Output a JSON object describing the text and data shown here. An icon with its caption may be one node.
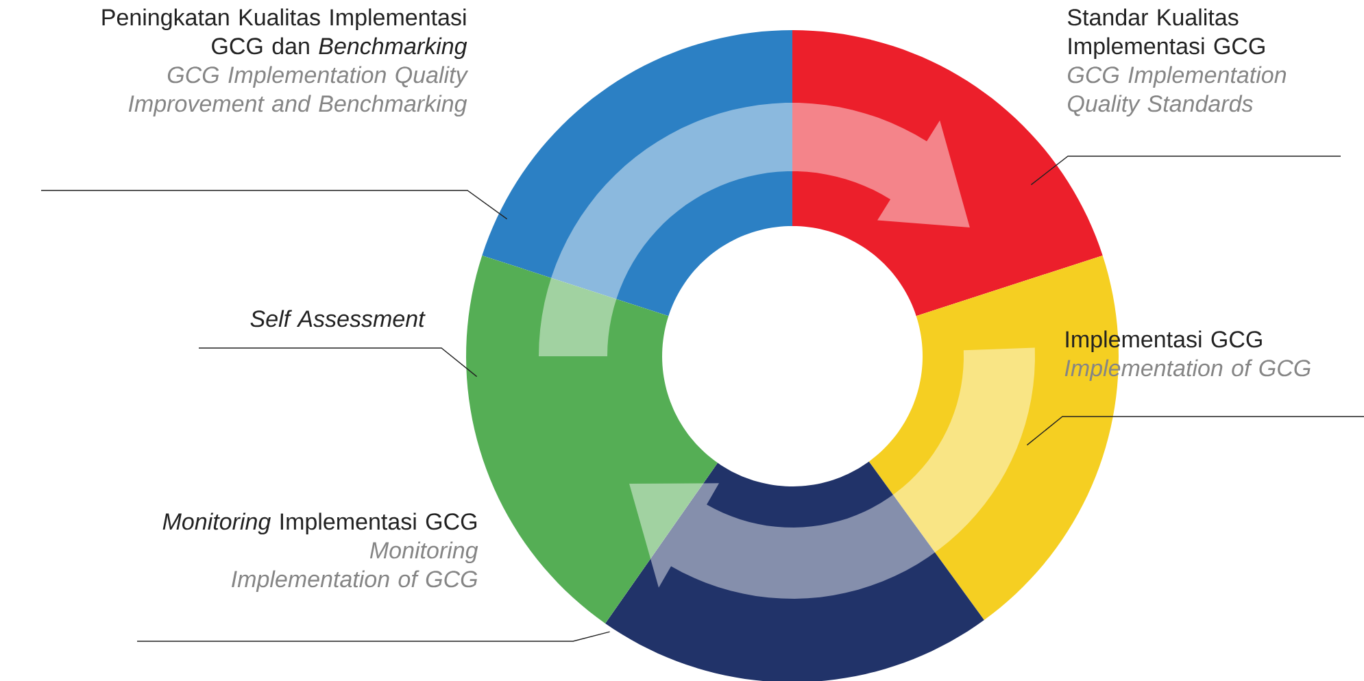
{
  "diagram": {
    "nodes": [
      {
        "text": [
          "Peningkatan Kualitas Implementasi GCG dan *Benchmarking*",
          "GCG Implementation Quality Improvement and Benchmarking"
        ]
      },
      {
        "text": [
          "Standar Kualitas Implementasi GCG",
          "GCG Implementation Quality Standards"
        ]
      },
      {
        "text": [
          "Implementasi GCG",
          "Implementation of GCG"
        ]
      },
      {
        "text": [
          "*Monitoring* Implementasi GCG",
          "Monitoring Implementation of GCG"
        ]
      },
      {
        "text": [
          "Self Assessment"
        ]
      },
      {
        "text": [],
        "shape": "band"
      },
      {
        "text": [],
        "shape": "band"
      },
      {
        "text": [],
        "shape": "band"
      },
      {
        "text": [],
        "shape": "band"
      },
      {
        "text": [],
        "shape": "band"
      }
    ],
    "edges": [
      {
        "from": 0,
        "to": 5,
        "arrow": "none"
      },
      {
        "from": 1,
        "to": 6,
        "arrow": "none"
      },
      {
        "from": 2,
        "to": 7,
        "arrow": "none"
      },
      {
        "from": 3,
        "to": 8,
        "arrow": "none"
      },
      {
        "from": 4,
        "to": 9,
        "arrow": "none"
      },
      {
        "from": 9,
        "to": 6,
        "arrow": "to"
      },
      {
        "from": 7,
        "to": 9,
        "arrow": "to"
      }
    ]
  }
}
